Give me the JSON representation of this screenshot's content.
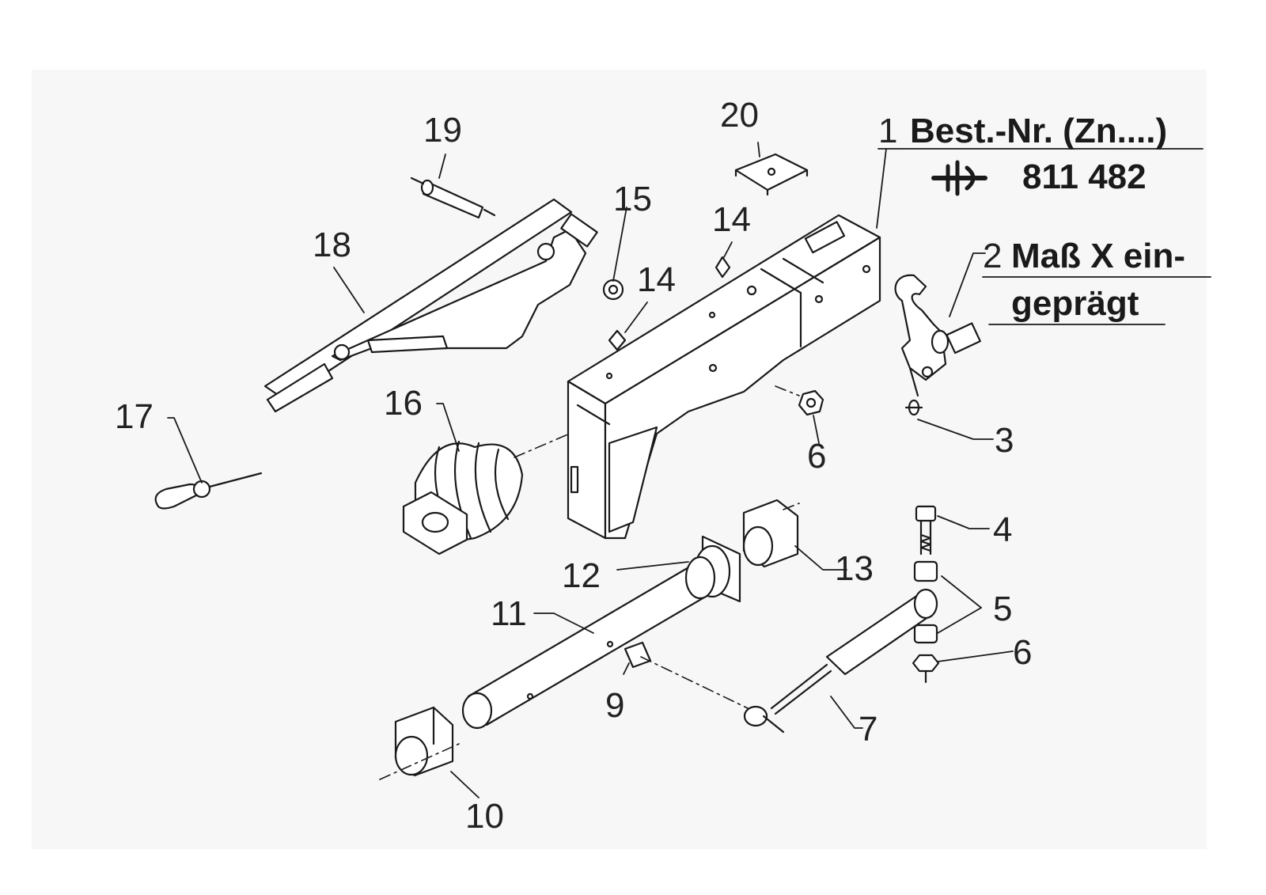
{
  "callouts": {
    "n1": "1",
    "n2": "2",
    "n3": "3",
    "n4": "4",
    "n5": "5",
    "n6a": "6",
    "n6b": "6",
    "n7": "7",
    "n9": "9",
    "n10": "10",
    "n11": "11",
    "n12": "12",
    "n13": "13",
    "n14a": "14",
    "n14b": "14",
    "n15": "15",
    "n16": "16",
    "n17": "17",
    "n18": "18",
    "n19": "19",
    "n20": "20"
  },
  "part1": {
    "label": "Best.-Nr. (Zn....)",
    "number": "811 482",
    "symbol": "coupling-symbol-icon"
  },
  "part2": {
    "line1": "Maß X ein-",
    "line2": "geprägt"
  },
  "colors": {
    "ink": "#1a1a1a",
    "paper": "#f7f7f7"
  }
}
